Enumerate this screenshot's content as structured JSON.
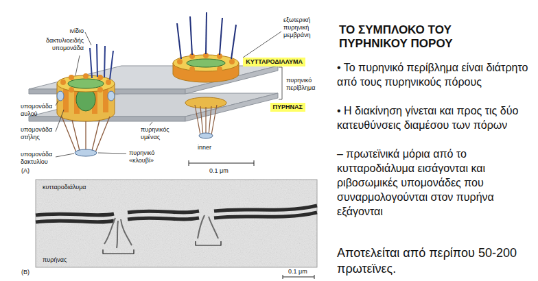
{
  "diagram": {
    "title": "ΤΟ ΣΥΜΠΛΟΚΟ ΤΟΥ ΠΥΡΗΝΙΚΟΥ ΠΟΡΟΥ",
    "nodes": [
      {
        "text": [
          "ΚΥΤΤΑΡΟΔΙΑΛΥΜΑ"
        ]
      },
      {
        "text": [
          "ΠΥΡΗΝΑΣ"
        ]
      }
    ],
    "labels": [
      "ινίδιο",
      "δακτυλιοειδής υπομονάδα",
      "εξωτερική πυρηνική μεμβράνη",
      "πυρηνικό περίβλημα",
      "υπομονάδα αυλού",
      "υπομονάδα στήλης",
      "υπομονάδα δακτυλίου",
      "πυρηνικός υμένας",
      "inner",
      "πυρηνικό «κλουβί»",
      "0.1 μm",
      "(A)",
      "κυτταροδιάλυμα",
      "πυρήνας",
      "(B)",
      "0.1 μm",
      "• Το πυρηνικό περίβλημα είναι διάτρητο από τους πυρηνικούς πόρους",
      "• Η διακίνηση γίνεται και προς τις δύο κατευθύνσεις διαμέσου των πόρων",
      "– πρωτεϊνικά μόρια από το κυτταροδιάλυμα εισάγονται και ριβοσωμικές υπομονάδες που συναρμολογούνται στον πυρήνα εξάγονται",
      "Αποτελείται από περίπου 50-200 πρωτεϊνες."
    ]
  }
}
